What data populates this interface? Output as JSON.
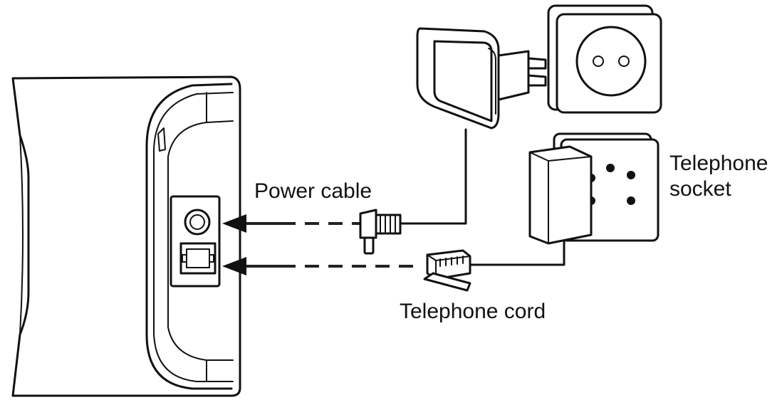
{
  "labels": {
    "power_cable": "Power cable",
    "telephone_cord": "Telephone cord",
    "telephone_socket_line1": "Telephone",
    "telephone_socket_line2": "socket"
  },
  "icons": [
    "base-station",
    "power-adapter",
    "power-outlet",
    "telephone-socket",
    "power-plug",
    "rj11-plug"
  ],
  "colors": {
    "ink": "#111111",
    "background": "#ffffff"
  }
}
